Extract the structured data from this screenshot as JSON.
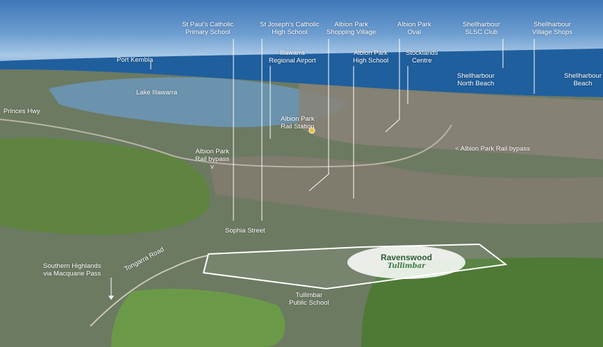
{
  "labels": {
    "st_pauls": [
      "St Paul's Catholic",
      "Primary School"
    ],
    "st_josephs": [
      "St Joseph's Catholic",
      "High School"
    ],
    "albion_park_shopping": [
      "Albion Park",
      "Shopping Village"
    ],
    "albion_park_oval": [
      "Albion Park",
      "Oval"
    ],
    "shellharbour_slsc": [
      "Shellharbour",
      "SLSC Club"
    ],
    "shellharbour_village": [
      "Shellharbour",
      "Village Shops"
    ],
    "port_kembla": "Port Kembla",
    "illawarra_airport": [
      "Illawarra",
      "Regional Airport"
    ],
    "albion_park_high": [
      "Albion Park",
      "High School"
    ],
    "stocklands": [
      "Stocklands",
      "Centre"
    ],
    "shellharbour_north": [
      "Shellharbour",
      "North Beach"
    ],
    "shellharbour_beach": [
      "Shellharbour",
      "Beach"
    ],
    "lake_illawarra": "Lake Illawarra",
    "princes_hwy": "Princes Hwy",
    "rail_station": [
      "Albion Park",
      "Rail Station"
    ],
    "rail_bypass_right": "< Albion Park Rail bypass",
    "rail_bypass_left": [
      "Albion Park",
      "Rail bypass"
    ],
    "rail_bypass_left_arrow": "v",
    "sophia_street": "Sophia Street",
    "southern_highlands": [
      "Southern Highlands",
      "via Macquarie Pass"
    ],
    "tongarra_road": "Tongarra Road",
    "tullimbar_school": [
      "Tullimbar",
      "Public School"
    ]
  },
  "logo": {
    "brand": "Ravenswood",
    "sub": "Tullimbar"
  },
  "colors": {
    "label_text": "#ffffff",
    "leader_line": "#ffffff",
    "ocean": "#1f5f9e",
    "lake": "#6b93ad",
    "vegetation": "#4f6e3a",
    "urban": "#8a8378",
    "station_marker": "#e8c23a",
    "logo_green": "#2b5c33"
  }
}
